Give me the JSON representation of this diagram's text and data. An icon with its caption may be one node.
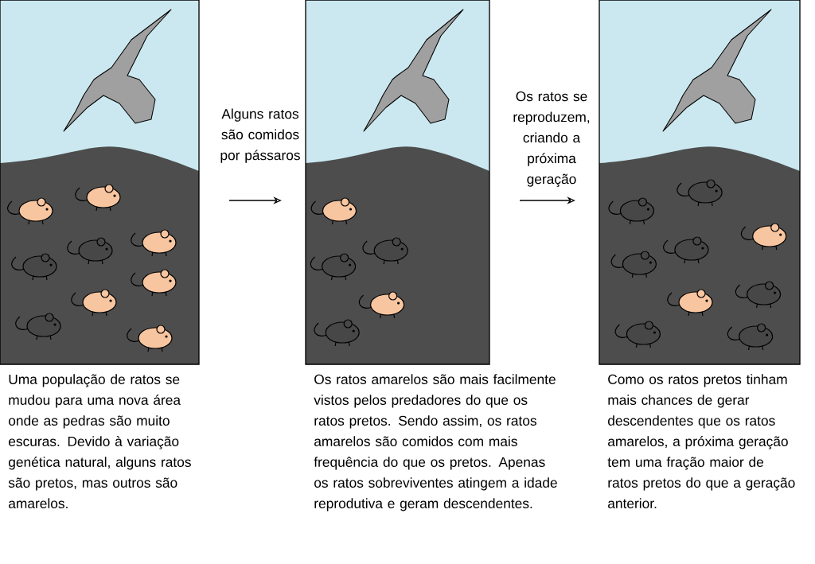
{
  "diagram": {
    "nodes": [
      {
        "text": [],
        "shape": "picture",
        "beside": [
          "Uma população de ratos se mudou para uma nova área onde as pedras são muito escuras. Devido à variação genética natural, alguns ratos são pretos, mas outros são amarelos."
        ]
      },
      {
        "text": [],
        "shape": "picture",
        "beside": [
          "Os ratos amarelos são mais facilmente vistos pelos predadores do que os ratos pretos. Sendo assim, os ratos amarelos são comidos com mais frequência do que os pretos. Apenas os ratos sobreviventes atingem a idade reprodutiva e geram descendentes."
        ]
      },
      {
        "text": [],
        "shape": "picture",
        "beside": [
          "Como os ratos pretos tinham mais chances de gerar descendentes que os ratos amarelos, a próxima geração tem uma fração maior de ratos pretos do que a geração anterior."
        ]
      }
    ],
    "edges": [
      {
        "from": 0,
        "to": 1,
        "arrow": "to",
        "label": "Alguns ratos são comidos por pássaros"
      },
      {
        "from": 1,
        "to": 2,
        "arrow": "to",
        "label": "Os ratos se reproduzem, criando a próxima geração"
      }
    ]
  }
}
